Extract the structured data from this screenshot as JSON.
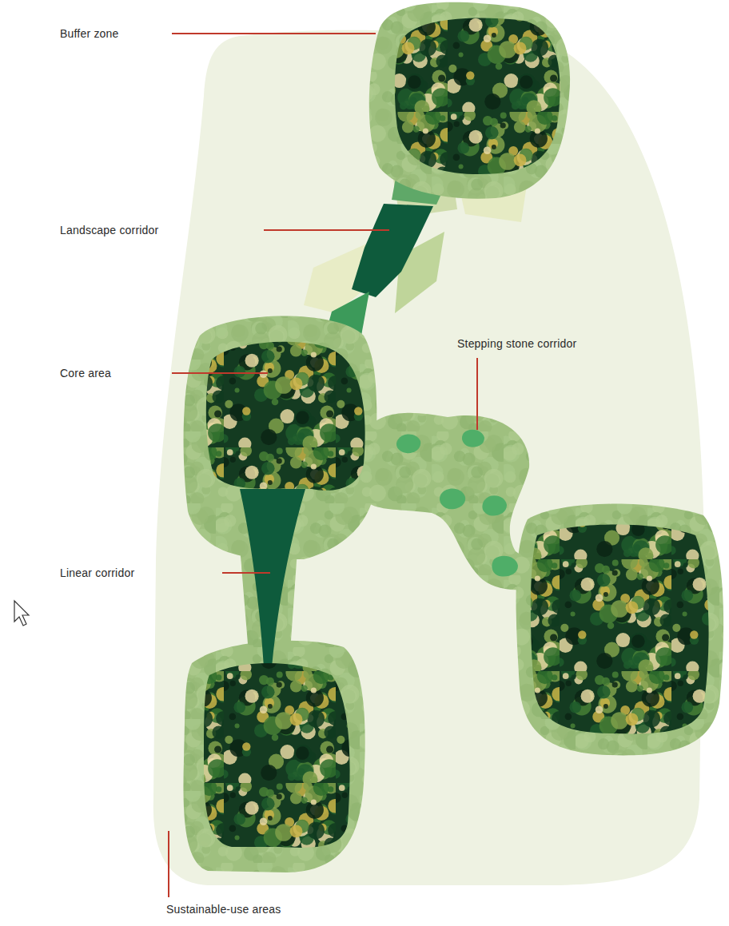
{
  "diagram": {
    "labels": [
      "Buffer zone",
      "Landscape corridor",
      "Core area",
      "Stepping stone corridor",
      "Linear corridor",
      "Sustainable-use areas"
    ]
  }
}
